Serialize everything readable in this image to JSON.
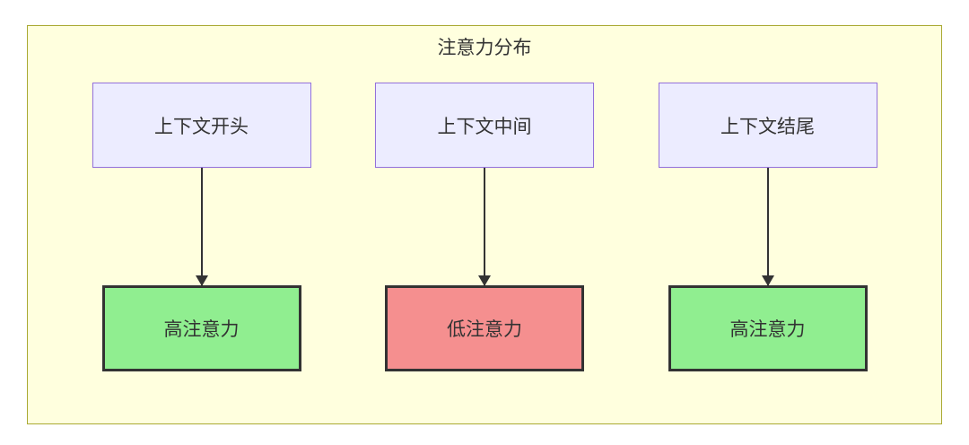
{
  "diagram": {
    "title": "注意力分布",
    "columns": [
      {
        "top_label": "上下文开头",
        "bottom_label": "高注意力",
        "attention": "high"
      },
      {
        "top_label": "上下文中间",
        "bottom_label": "低注意力",
        "attention": "low"
      },
      {
        "top_label": "上下文结尾",
        "bottom_label": "高注意力",
        "attention": "high"
      }
    ],
    "colors": {
      "container_bg": "#ffffde",
      "container_border": "#aaaa33",
      "top_box_bg": "#ececff",
      "top_box_border": "#9370db",
      "high_bg": "#90ee90",
      "low_bg": "#f58f8f",
      "bottom_border": "#333333"
    }
  }
}
